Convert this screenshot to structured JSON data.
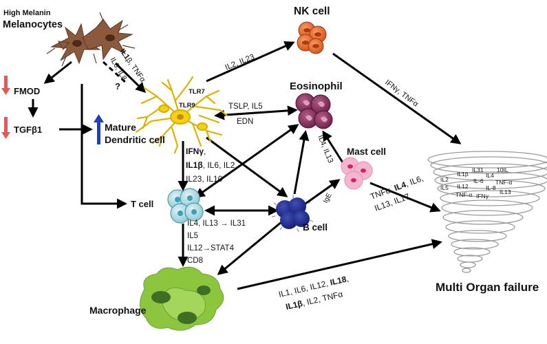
{
  "nodes": {
    "high_melanin": "High Melanin",
    "melanocytes": "Melanocytes",
    "nk_cell": "NK cell",
    "eosinophil": "Eosinophil",
    "mast_cell": "Mast cell",
    "fmod": "FMOD",
    "tgfb1": "TGFβ1",
    "mature": "Mature",
    "dendritic_cell": "Dendritic cell",
    "tlr7": "TLR7",
    "tlr9": "TLR9",
    "t_cell": "T cell",
    "b_cell": "B cell",
    "macrophage": "Macrophage",
    "multi_organ_failure": "Multi Organ failure"
  },
  "edge_labels": {
    "melano_dc_il1b": "IL1",
    "melano_dc_beta_tnfa": "β, TNFα,",
    "melano_dc_il6_il8": "IL6, IL8",
    "question_mark": "?",
    "dc_nk": "IL2, IL23",
    "dc_eos_1": "TSLP, IL5",
    "dc_eos_2": "EDN",
    "nk_mof": "IFNγ, TNFα",
    "mast_eos": "IL4, IL13",
    "dc_t_line1_bold": "IFNγ",
    "dc_t_line1_rest": ",",
    "dc_t_line2_bold": "IL1β",
    "dc_t_line2_rest": ", IL6,  IL2",
    "dc_t_line3": "IL23, IL10",
    "b_mast": "IgE",
    "mast_mof_1_a": "TNFα, ",
    "mast_mof_1_b": "IL4",
    "mast_mof_1_c": ", IL6,",
    "mast_mof_2": "IL13, IL17",
    "t_line1": "IL4, IL13 → IL31",
    "t_line2": "IL5",
    "t_line3": "IL12→STAT4",
    "t_line4": "CD8",
    "mac_mof_1_a": "IL1, IL6, IL12, ",
    "mac_mof_1_b": "IL18",
    "mac_mof_1_c": ",",
    "mac_mof_2_a": "IL1β",
    "mac_mof_2_b": ", IL2, TNFα"
  },
  "tornado_labels": [
    "IL1β",
    "IL31",
    "IL4",
    "10IL",
    "IL2",
    "IL-6",
    "TNF-α",
    "IL5",
    "IL12",
    "IL-8",
    "TNF-α",
    "IFNγ",
    "IL13"
  ],
  "colors": {
    "melanocyte": "#8b5a3c",
    "nk": "#e8622a",
    "eosinophil": "#8b2f5c",
    "mast": "#f4b6cf",
    "dendritic": "#f2d21a",
    "t_cell": "#a8d8e0",
    "b_cell": "#1e2a8a",
    "macrophage": "#8cc63f",
    "red_arrow": "#e05a5a",
    "blue_arrow": "#1f3fbf"
  }
}
